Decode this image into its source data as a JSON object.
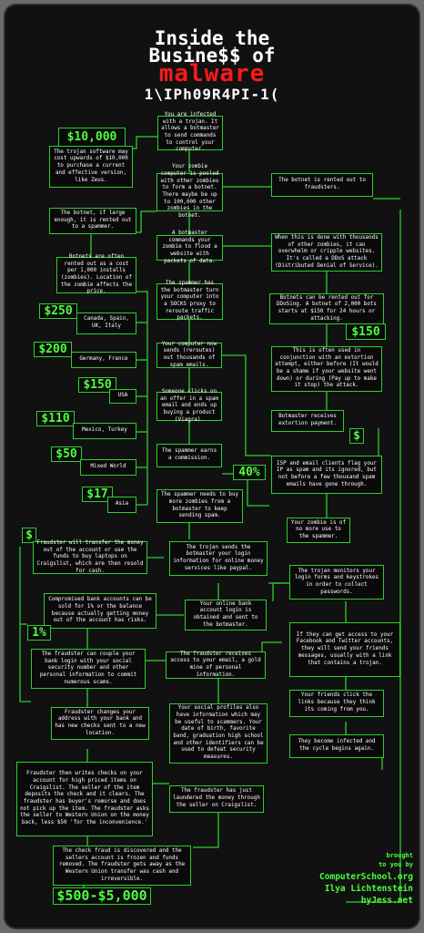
{
  "title": {
    "line1": "Inside the",
    "line2": "Busine$$ of",
    "line3": "malware",
    "line4": "1\\IPh09R4PI-1("
  },
  "boxes": {
    "infected": "You are infected with a trojan. It allows a botmaster to send commands to control your computer.",
    "trojan_cost": "The trojan software may cost upwards of $10,000 to purchase a current and effective version, like Zeus.",
    "zombie_pool": "Your zombie computer is pooled with other zombies to form a botnet. There maybe be up to 100,000 other zombies in the botnet.",
    "rented_fraudsters": "The botnet is rented out to fraudsters.",
    "rented_spammer": "The botnet, if large enough, it is rented out to a spammer.",
    "ddos_command": "A botmaster commands your zombie to flood a website with packets of data.",
    "ddos_define": "When this is done with thousands of other zombies, it can overwhelm or cripple websites. It's called a DDoS attack (Distributed Denial of Service).",
    "botnet_rent_cost": "Botnets are often rented out as a cost per 1,000 installs (zombies). Location of the zombie affects the price.",
    "socks_proxy": "The spammer has the botmaster turn your computer into a SOCKS proxy to reroute traffic packets.",
    "ddos_rent": "Botnets can be rented out for DDoSing. A botnet of 2,000 bots starts at $150 for 24 hours or attacking.",
    "send_spam": "Your computer now sends (reroutes) out thousands of spam emails.",
    "extortion": "This is often used in conjunction with an extortion attempt, either before (It would be a shame if your website went down) or during (Pay up to make it stop) the attack.",
    "click_offer": "Someone clicks on an offer in a spam email and ends up buying a product (Viagra).",
    "receives_payment": "Botmaster receives extortion payment.",
    "commission": "The spammer earns a commission.",
    "isp_flag": "ISP and email clients flag your IP as spam and its ignored, but not before a few thousand spam emails have gone through.",
    "buy_more": "The spammer needs to buy more zombies from a botmaster to keep sending spam.",
    "no_more_use": "Your zombie is of no more use to the spammer.",
    "transfer_money": "Fraudster will transfer the money out of the account or use the funds to buy laptops on Craigslist, which are then resold for cash.",
    "trojan_sends": "The trojan sends the botmaster your login information for online money services like paypal.",
    "monitors": "The trojan monitors your login forms and keystrokes in order to collect passwords.",
    "compromised_sold": "Compromised bank accounts can be sold for 1% or the balance because actually getting money out of the account has risks.",
    "bank_login": "Your online bank account login is obtained and sent to the botmaster.",
    "facebook_access": "If they can get access to your Facebook and Twitter accounts, they will send your friends messages, usually with a link that contains a trojan.",
    "couple_login": "The fraudster can couple your bank login with your social security number and other personal information to commit numerous scams.",
    "email_access": "The fraudster receives access to your email, a gold mine of personal information.",
    "friends_click": "Your friends click the links because they think its coming from you.",
    "change_address": "Fraudster changes your address with your bank and has new checks sent to a new location.",
    "social_profiles": "Your social profiles also have information which may be useful to scammers. Your date of birth, favorite band, graduation high school and other identifiers can be used to defeat security measures.",
    "cycle_again": "They become infected and the cycle begins again.",
    "writes_checks": "Fraudster then writes checks on your account for high priced items on Craigslist. The seller of the item deposits the check and it clears. The fraudster has buyer's remorse and does not pick up the item. The fraudster asks the seller to Western Union on the money back, less $50 'for the inconvenience.'",
    "laundered": "The fraudster has just laundered the money through the seller on Craigslist.",
    "check_fraud": "The check fraud is discovered and the sellers account is frozen and funds removed. The fraudster gets away as the Western Union transfer was cash and irreversible."
  },
  "prices": {
    "canada": "Canada, Spain, UK, Italy",
    "germany": "Germany, France",
    "usa": "USA",
    "mexico": "Mexico, Turkey",
    "mixed": "Mixed World",
    "asia": "Asia"
  },
  "money": {
    "m10000": "$10,000",
    "m250": "$250",
    "m200": "$200",
    "m150a": "$150",
    "m110": "$110",
    "m50": "$50",
    "m17": "$17",
    "m150b": "$150",
    "dollar_extortion": "$",
    "pct40": "40%",
    "dollar_fraud": "$",
    "pct1": "1%",
    "range": "$500-$5,000"
  },
  "credits": {
    "brought": "brought",
    "to_you_by": "to you by",
    "site": "ComputerSchool.org",
    "author": "Ilya Lichtenstein",
    "by": "byJess.net"
  },
  "colors": {
    "accent": "#2dcf2d",
    "money": "#4dff3c",
    "title_red": "#ff1a1a",
    "background": "#111111"
  }
}
